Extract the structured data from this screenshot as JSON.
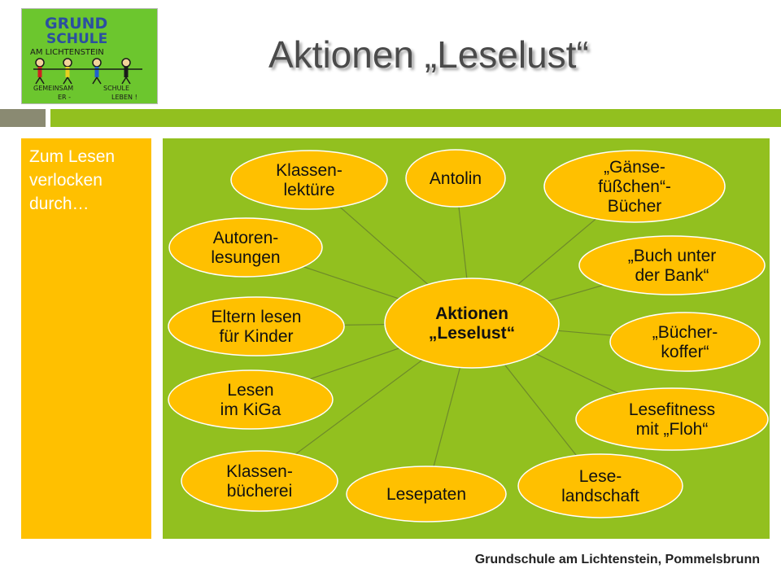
{
  "logo": {
    "lines": [
      "GRUND",
      "SCHULE",
      "AM LICHTENSTEIN",
      "GEMEINSAM",
      "SCHULE",
      "ER -",
      "LEBEN !"
    ]
  },
  "title": "Aktionen „Leselust“",
  "sidebar": {
    "lines": [
      "Zum Lesen",
      "verlocken",
      "durch…"
    ]
  },
  "diagram": {
    "center": {
      "lines": [
        "Aktionen",
        "„Leselust“"
      ]
    },
    "nodes": [
      {
        "id": "klassenlektuere",
        "lines": [
          "Klassen-",
          "lektüre"
        ]
      },
      {
        "id": "antolin",
        "lines": [
          "Antolin"
        ]
      },
      {
        "id": "gaensefuesschen",
        "lines": [
          "„Gänse-",
          "füßchen“-",
          "Bücher"
        ]
      },
      {
        "id": "autorenlesungen",
        "lines": [
          "Autoren-",
          "lesungen"
        ]
      },
      {
        "id": "buch-unter-der-bank",
        "lines": [
          "„Buch unter",
          "der Bank“"
        ]
      },
      {
        "id": "eltern-lesen",
        "lines": [
          "Eltern lesen",
          "für Kinder"
        ]
      },
      {
        "id": "buecherkoffer",
        "lines": [
          "„Bücher-",
          "koffer“"
        ]
      },
      {
        "id": "lesen-kiga",
        "lines": [
          "Lesen",
          "im KiGa"
        ]
      },
      {
        "id": "lesefitness",
        "lines": [
          "Lesefitness",
          "mit „Floh“"
        ]
      },
      {
        "id": "klassenbuecherei",
        "lines": [
          "Klassen-",
          "bücherei"
        ]
      },
      {
        "id": "lesepaten",
        "lines": [
          "Lesepaten"
        ]
      },
      {
        "id": "leselandschaft",
        "lines": [
          "Lese-",
          "landschaft"
        ]
      }
    ]
  },
  "footer": "Grundschule am Lichtenstein, Pommelsbrunn",
  "colors": {
    "accent_green": "#92c01f",
    "accent_yellow": "#ffc000",
    "logo_green": "#6cc62e"
  }
}
